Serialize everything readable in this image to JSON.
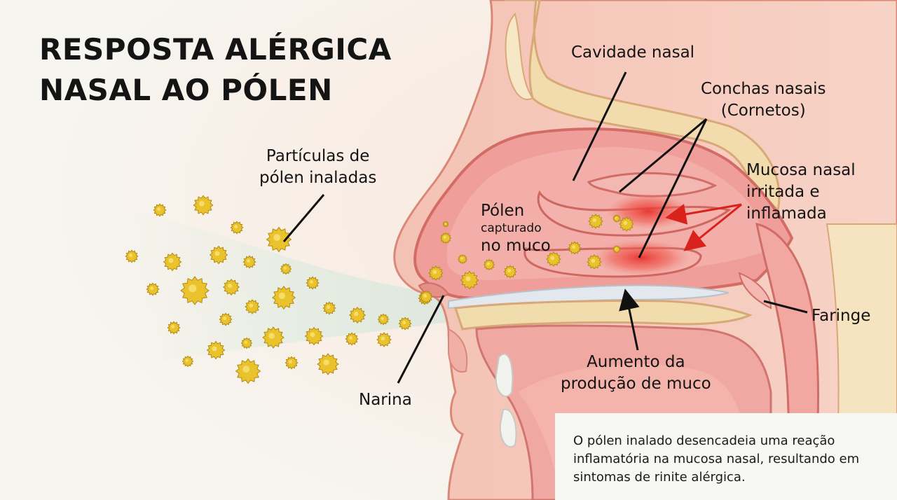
{
  "title": {
    "line1": "RESPOSTA ALÉRGICA",
    "line2": "NASAL AO PÓLEN"
  },
  "labels": {
    "particles_line1": "Partículas de",
    "particles_line2": "pólen inaladas",
    "nasal_cavity": "Cavidade nasal",
    "conchae_line1": "Conchas nasais",
    "conchae_line2": "(Cornetos)",
    "mucosa_line1": "Mucosa nasal",
    "mucosa_line2": "irritada e",
    "mucosa_line3": "inflamada",
    "pollen_trapped_line1": "Pólen",
    "pollen_trapped_line2": "capturado",
    "pollen_trapped_line3": "no muco",
    "pharynx": "Faringe",
    "mucus_line1": "Aumento da",
    "mucus_line2": "produção de muco",
    "nostril": "Narina"
  },
  "note": "O pólen inalado desencadeia uma reação inflamatória na mucosa nasal, resultando em sintomas de rinite alérgica.",
  "colors": {
    "pollen": "#e9c22c",
    "pollen_stroke": "#b38a12",
    "skin": "#f3c7b8",
    "mucosa": "#f0a3a0",
    "cavity": "#ee9b98",
    "inflammation": "#e8322c",
    "bone": "#f1dfb0",
    "arrow_red": "#d9221c",
    "mucus": "#dfe6ec"
  }
}
